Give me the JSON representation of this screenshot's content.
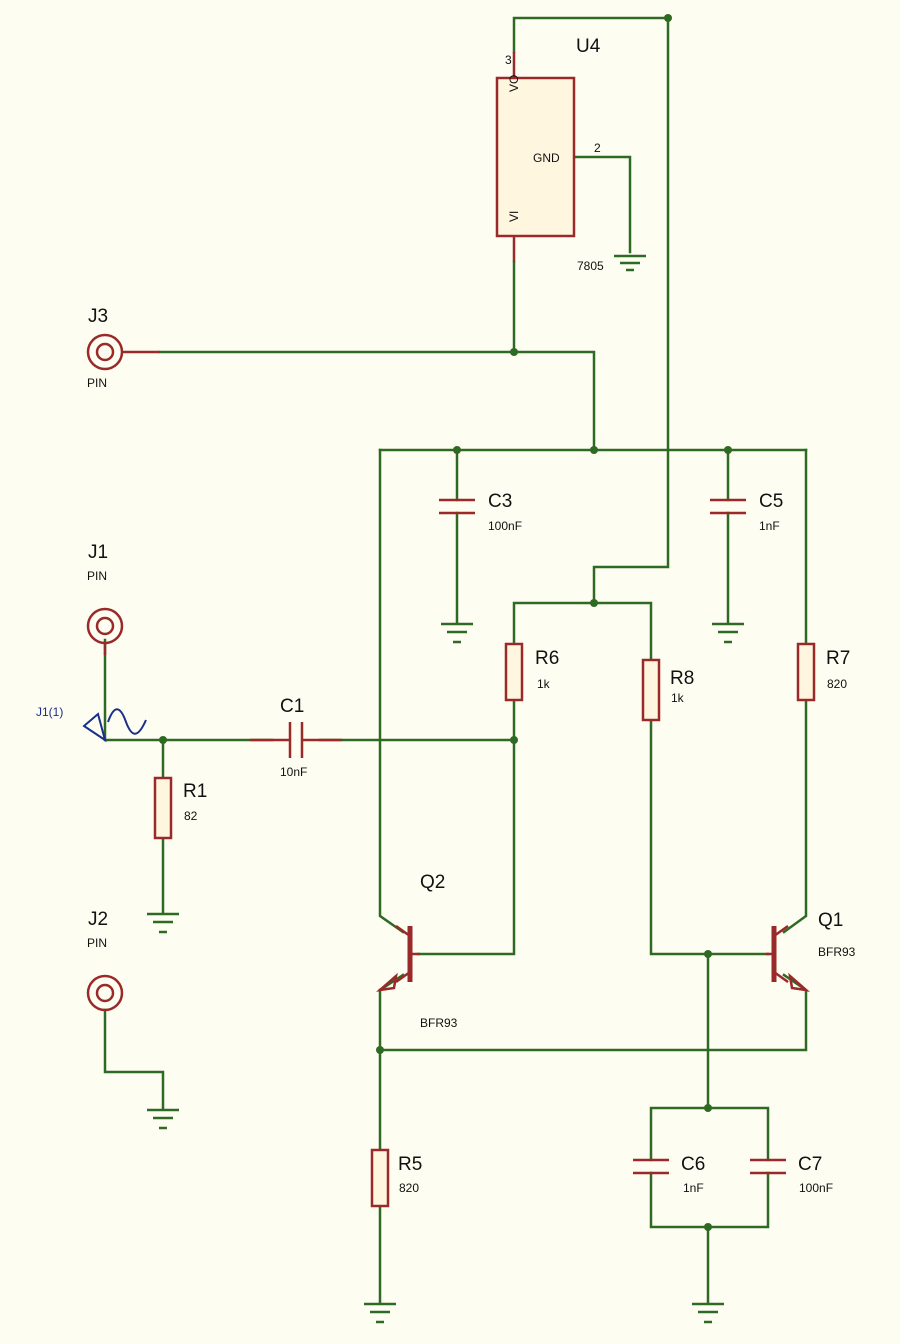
{
  "components": {
    "u4": {
      "ref": "U4",
      "value": "7805",
      "pin_vo": "VO",
      "pin_vi": "VI",
      "pin_gnd": "GND",
      "pin3": "3",
      "pin2": "2"
    },
    "j1": {
      "ref": "J1",
      "value": "PIN"
    },
    "j2": {
      "ref": "J2",
      "value": "PIN"
    },
    "j3": {
      "ref": "J3",
      "value": "PIN"
    },
    "probe": {
      "label": "J1(1)"
    },
    "c1": {
      "ref": "C1",
      "value": "10nF"
    },
    "c3": {
      "ref": "C3",
      "value": "100nF"
    },
    "c5": {
      "ref": "C5",
      "value": "1nF"
    },
    "c6": {
      "ref": "C6",
      "value": "1nF"
    },
    "c7": {
      "ref": "C7",
      "value": "100nF"
    },
    "r1": {
      "ref": "R1",
      "value": "82"
    },
    "r5": {
      "ref": "R5",
      "value": "820"
    },
    "r6": {
      "ref": "R6",
      "value": "1k"
    },
    "r7": {
      "ref": "R7",
      "value": "820"
    },
    "r8": {
      "ref": "R8",
      "value": "1k"
    },
    "q1": {
      "ref": "Q1",
      "value": "BFR93"
    },
    "q2": {
      "ref": "Q2",
      "value": "BFR93"
    }
  },
  "colors": {
    "background": "#fdfdf1",
    "wire": "#2f6a25",
    "component": "#9a2a2a",
    "probe": "#1a2e8c"
  }
}
